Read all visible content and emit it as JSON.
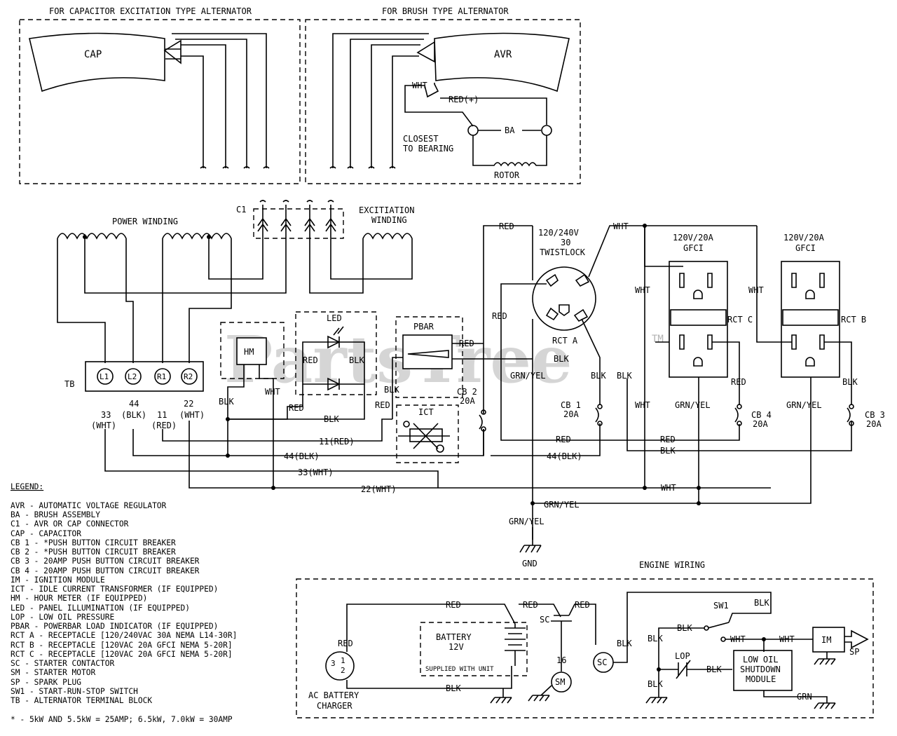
{
  "sections": {
    "cap_title": "FOR CAPACITOR EXCITATION TYPE ALTERNATOR",
    "brush_title": "FOR BRUSH TYPE ALTERNATOR",
    "engine_title": "ENGINE WIRING"
  },
  "components": {
    "cap": "CAP",
    "avr": "AVR",
    "wht": "WHT",
    "red_plus": "RED(+)",
    "closest": "CLOSEST",
    "to_bearing": "TO BEARING",
    "ba": "BA",
    "rotor": "ROTOR",
    "c1": "C1",
    "power_winding": "POWER WINDING",
    "excitation": "EXCITIATION",
    "winding": "WINDING",
    "tb": "TB",
    "l1": "L1",
    "l2": "L2",
    "r1": "R1",
    "r2": "R2",
    "hm": "HM",
    "led": "LED",
    "pbar": "PBAR",
    "ict": "ICT",
    "twist1": "120/240V",
    "twist2": "30",
    "twist3": "TWISTLOCK",
    "rct_a": "RCT A",
    "gfci1a": "120V/20A",
    "gfci1b": "GFCI",
    "gfci2a": "120V/20A",
    "gfci2b": "GFCI",
    "rct_c": "RCT C",
    "rct_b": "RCT B",
    "cb1a": "CB 1",
    "cb1b": "20A",
    "cb2a": "CB 2",
    "cb2b": "20A",
    "cb3a": "CB 3",
    "cb3b": "20A",
    "cb4a": "CB 4",
    "cb4b": "20A",
    "gnd": "GND",
    "battery1": "BATTERY",
    "battery2": "12V",
    "supplied": "SUPPLIED WITH UNIT",
    "charger1": "AC BATTERY",
    "charger2": "CHARGER",
    "sc": "SC",
    "sm": "SM",
    "sw1": "SW1",
    "lop": "LOP",
    "im": "IM",
    "sp": "SP",
    "lowoil1": "LOW OIL",
    "lowoil2": "SHUTDOWN",
    "lowoil3": "MODULE",
    "n16": "16",
    "n3": "3",
    "n2": "2",
    "n1": "1"
  },
  "wire_labels": {
    "red": "RED",
    "blk": "BLK",
    "wht": "WHT",
    "grn": "GRN",
    "grnyel": "GRN/YEL",
    "n33": "33",
    "n44": "44",
    "n11": "11",
    "n22": "22",
    "wht_p": "(WHT)",
    "blk_p": "(BLK)",
    "red_p": "(RED)",
    "w11": "11(RED)",
    "w44": "44(BLK)",
    "w33": "33(WHT)",
    "w22": "22(WHT)"
  },
  "legend": {
    "title": "LEGEND:",
    "items": [
      "AVR - AUTOMATIC VOLTAGE REGULATOR",
      "BA - BRUSH ASSEMBLY",
      "C1 - AVR OR CAP CONNECTOR",
      "CAP - CAPACITOR",
      "CB 1 - *PUSH BUTTON CIRCUIT BREAKER",
      "CB 2 - *PUSH BUTTON CIRCUIT BREAKER",
      "CB 3 - 20AMP PUSH BUTTON CIRCUIT BREAKER",
      "CB 4 - 20AMP PUSH BUTTON CIRCUIT BREAKER",
      "IM - IGNITION MODULE",
      "ICT - IDLE CURRENT TRANSFORMER (IF EQUIPPED)",
      "HM - HOUR METER (IF EQUIPPED)",
      "LED - PANEL ILLUMINATION (IF EQUIPPED)",
      "LOP - LOW OIL PRESSURE",
      "PBAR - POWERBAR LOAD INDICATOR (IF EQUIPPED)",
      "RCT A - RECEPTACLE [120/240VAC 30A NEMA L14-30R]",
      "RCT B - RECEPTACLE [120VAC 20A GFCI NEMA 5-20R]",
      "RCT C - RECEPTACLE [120VAC 20A GFCI NEMA 5-20R]",
      "SC - STARTER CONTACTOR",
      "SM - STARTER MOTOR",
      "SP - SPARK PLUG",
      "SW1 - START-RUN-STOP SWITCH",
      "TB - ALTERNATOR TERMINAL BLOCK"
    ],
    "footnote": "* - 5kW AND 5.5kW = 25AMP; 6.5kW, 7.0kW = 30AMP"
  },
  "watermark": "PartsTree",
  "watermark_tm": "TM"
}
